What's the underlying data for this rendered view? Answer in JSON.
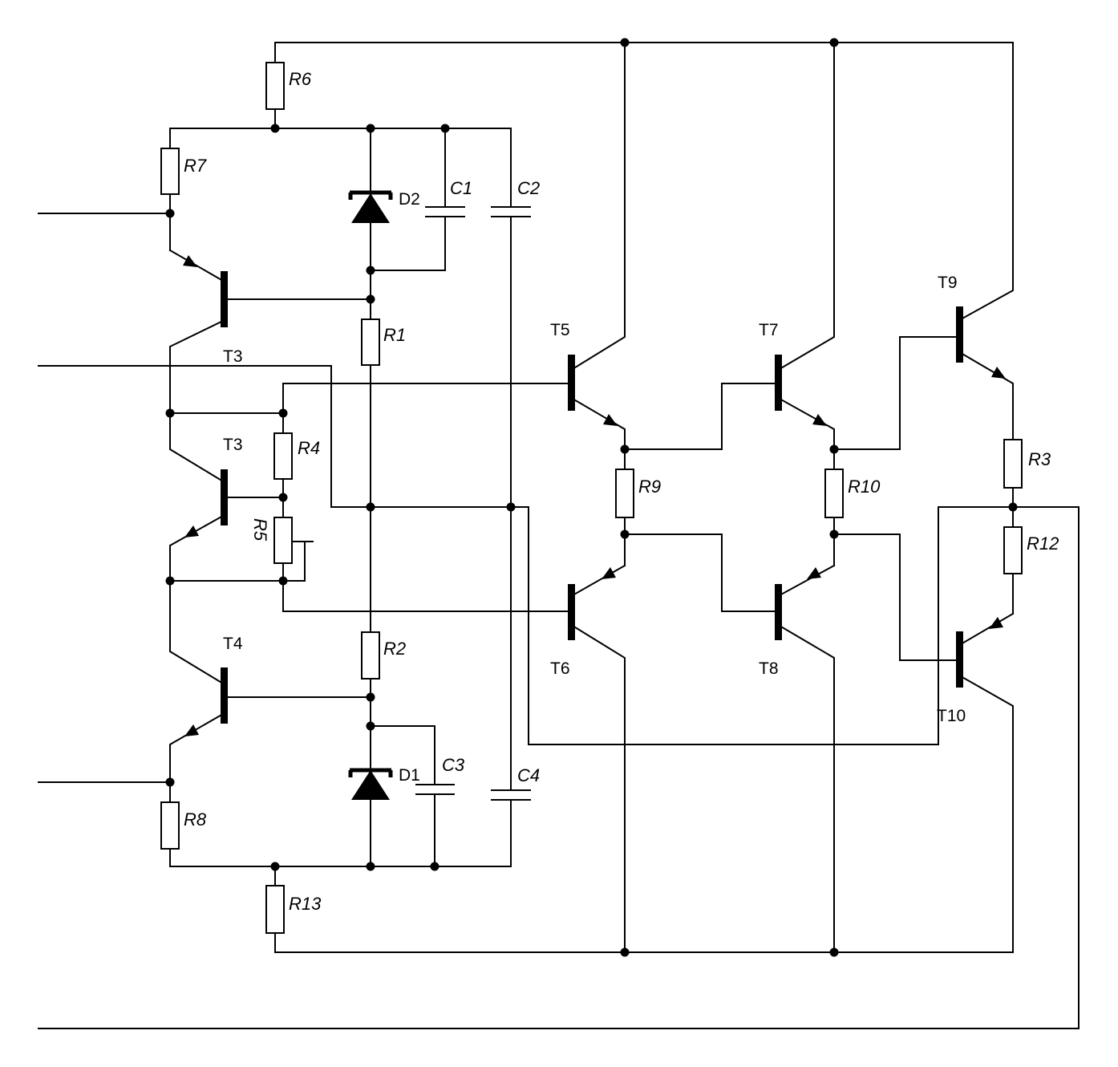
{
  "labels": {
    "R1": "R1",
    "R2": "R2",
    "R3": "R3",
    "R4": "R4",
    "R5": "R5",
    "R6": "R6",
    "R7": "R7",
    "R8": "R8",
    "R9": "R9",
    "R10": "R10",
    "R12": "R12",
    "R13": "R13",
    "C1": "C1",
    "C2": "C2",
    "C3": "C3",
    "C4": "C4",
    "D1": "D1",
    "D2": "D2",
    "T3a": "T3",
    "T3b": "T3",
    "T4": "T4",
    "T5": "T5",
    "T6": "T6",
    "T7": "T7",
    "T8": "T8",
    "T9": "T9",
    "T10": "T10"
  },
  "colors": {
    "ink": "#000000",
    "background": "#ffffff"
  }
}
